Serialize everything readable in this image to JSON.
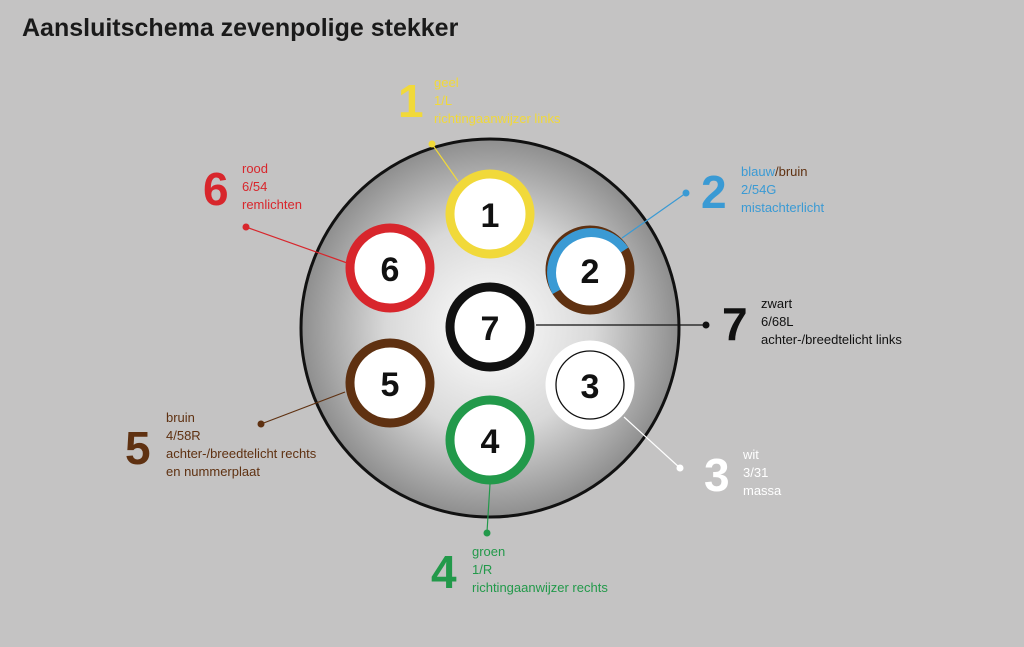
{
  "title": "Aansluitschema zevenpolige stekker",
  "colors": {
    "yellow": "#f1d93a",
    "blue": "#3a9ad4",
    "brown": "#5f3111",
    "white": "#ffffff",
    "green": "#22994a",
    "red": "#d8262c",
    "black": "#111111"
  },
  "pins": [
    {
      "number": "1",
      "color": "geel",
      "code": "1/L",
      "function": "richtingaanwijzer links"
    },
    {
      "number": "2",
      "color_a": "blauw",
      "color_sep": "/",
      "color_b": "bruin",
      "code": "2/54G",
      "function": "mistachterlicht"
    },
    {
      "number": "3",
      "color": "wit",
      "code": "3/31",
      "function": "massa"
    },
    {
      "number": "4",
      "color": "groen",
      "code": "1/R",
      "function": "richtingaanwijzer rechts"
    },
    {
      "number": "5",
      "color": "bruin",
      "code": "4/58R",
      "function": "achter-/breedtelicht rechts",
      "function2": "en nummerplaat"
    },
    {
      "number": "6",
      "color": "rood",
      "code": "6/54",
      "function": "remlichten"
    },
    {
      "number": "7",
      "color": "zwart",
      "code": "6/68L",
      "function": "achter-/breedtelicht links"
    }
  ]
}
